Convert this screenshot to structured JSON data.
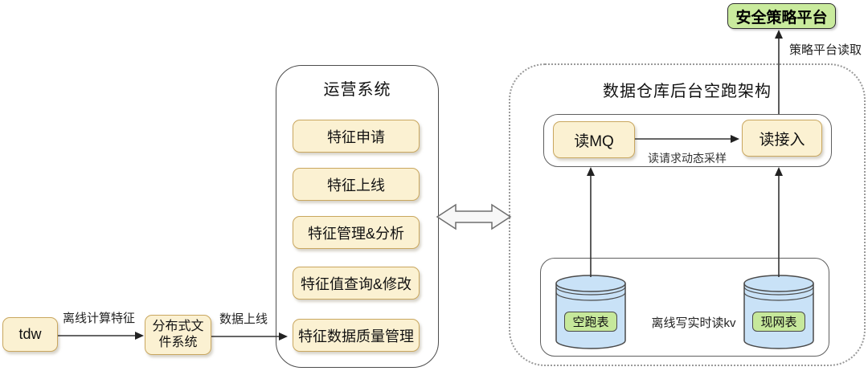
{
  "security_platform": {
    "label": "安全策略平台"
  },
  "policy_read_label": "策略平台读取",
  "ops_system": {
    "title": "运营系统",
    "boxes": [
      "特征申请",
      "特征上线",
      "特征管理&分析",
      "特征值查询&修改",
      "特征数据质量管理"
    ]
  },
  "warehouse": {
    "title": "数据仓库后台空跑架构",
    "read_mq": "读MQ",
    "read_access": "读接入",
    "sampling_label": "读请求动态采样",
    "kv_label": "离线写实时读kv",
    "dryrun_table": "空跑表",
    "live_table": "现网表"
  },
  "pipeline": {
    "tdw": "tdw",
    "offline_compute_label": "离线计算特征",
    "dfs": "分布式文件系统",
    "data_online_label": "数据上线"
  },
  "colors": {
    "yellow_fill": "#FBF1D2",
    "yellow_border": "#C9A75F",
    "green_fill": "#C9EB9D",
    "blue_cylinder_fill": "#C9E2F7",
    "border_gray": "#4d4d4d",
    "arrow_color": "#333333"
  }
}
